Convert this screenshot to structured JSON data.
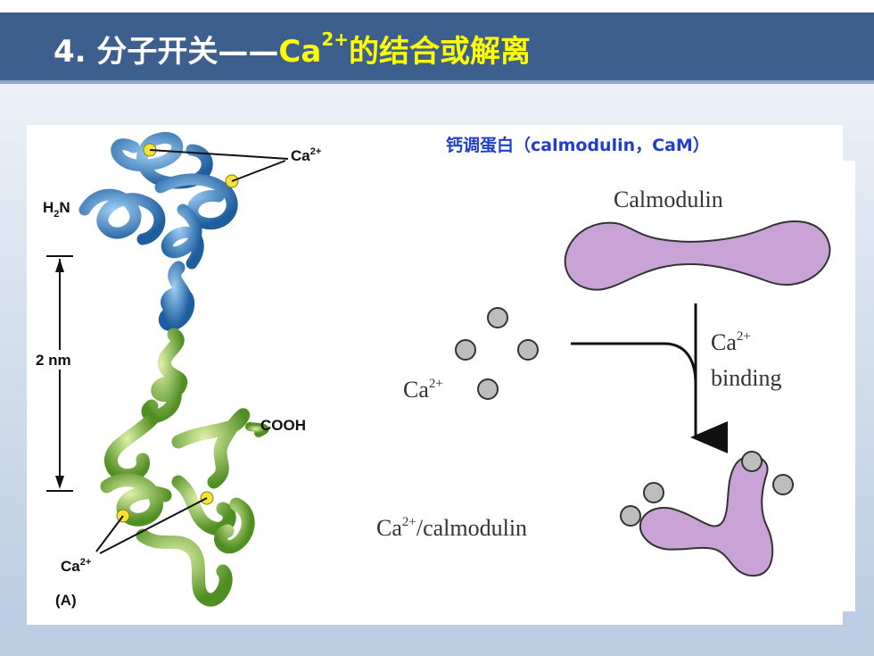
{
  "slide": {
    "title_prefix": "4. 分子开关——",
    "title_ion": "Ca",
    "title_ion_charge": "2+",
    "title_suffix": "的结合或解离",
    "caption": "钙调蛋白（calmodulin，CaM）"
  },
  "structure_figure": {
    "labels": {
      "ca_top": "Ca",
      "ca_top_charge": "2+",
      "n_terminus": "H",
      "n_terminus_sub": "2",
      "n_terminus_end": "N",
      "scale": "2 nm",
      "c_terminus": "COOH",
      "ca_bottom": "Ca",
      "ca_bottom_charge": "2+",
      "panel": "(A)"
    },
    "colors": {
      "n_lobe": "#3b82c4",
      "c_lobe": "#8bc34a",
      "ion": "#f5e23a"
    }
  },
  "schematic": {
    "calmodulin_label": "Calmodulin",
    "free_ion_label": "Ca",
    "free_ion_charge": "2+",
    "binding_ion": "Ca",
    "binding_ion_charge": "2+",
    "binding_word": "binding",
    "complex_ion": "Ca",
    "complex_charge": "2+",
    "complex_rest": "/calmodulin",
    "colors": {
      "protein": "#c9a3d6",
      "ion": "#bdbdbd"
    }
  }
}
